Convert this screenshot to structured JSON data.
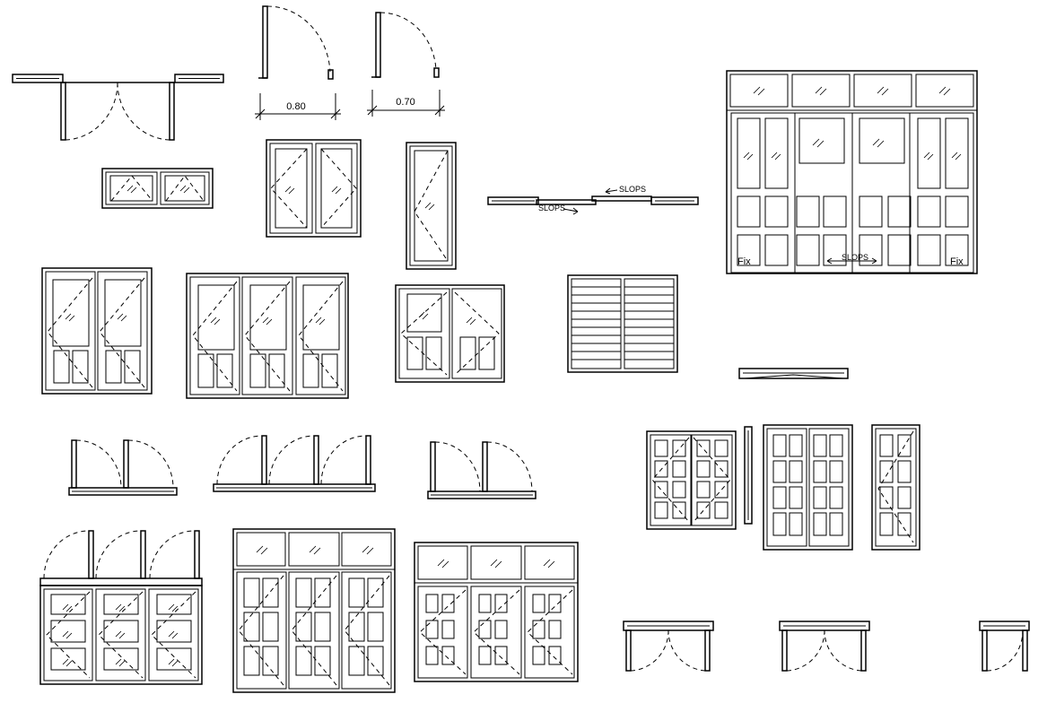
{
  "labels": {
    "dim_080": "0.80",
    "dim_070": "0.70",
    "slops_1": "SLOPS",
    "slops_2": "SLOPS",
    "slops_3": "SLOPS",
    "fix_left": "Fix",
    "fix_right": "Fix"
  },
  "colors": {
    "ink": "#000000",
    "paper": "#ffffff"
  }
}
